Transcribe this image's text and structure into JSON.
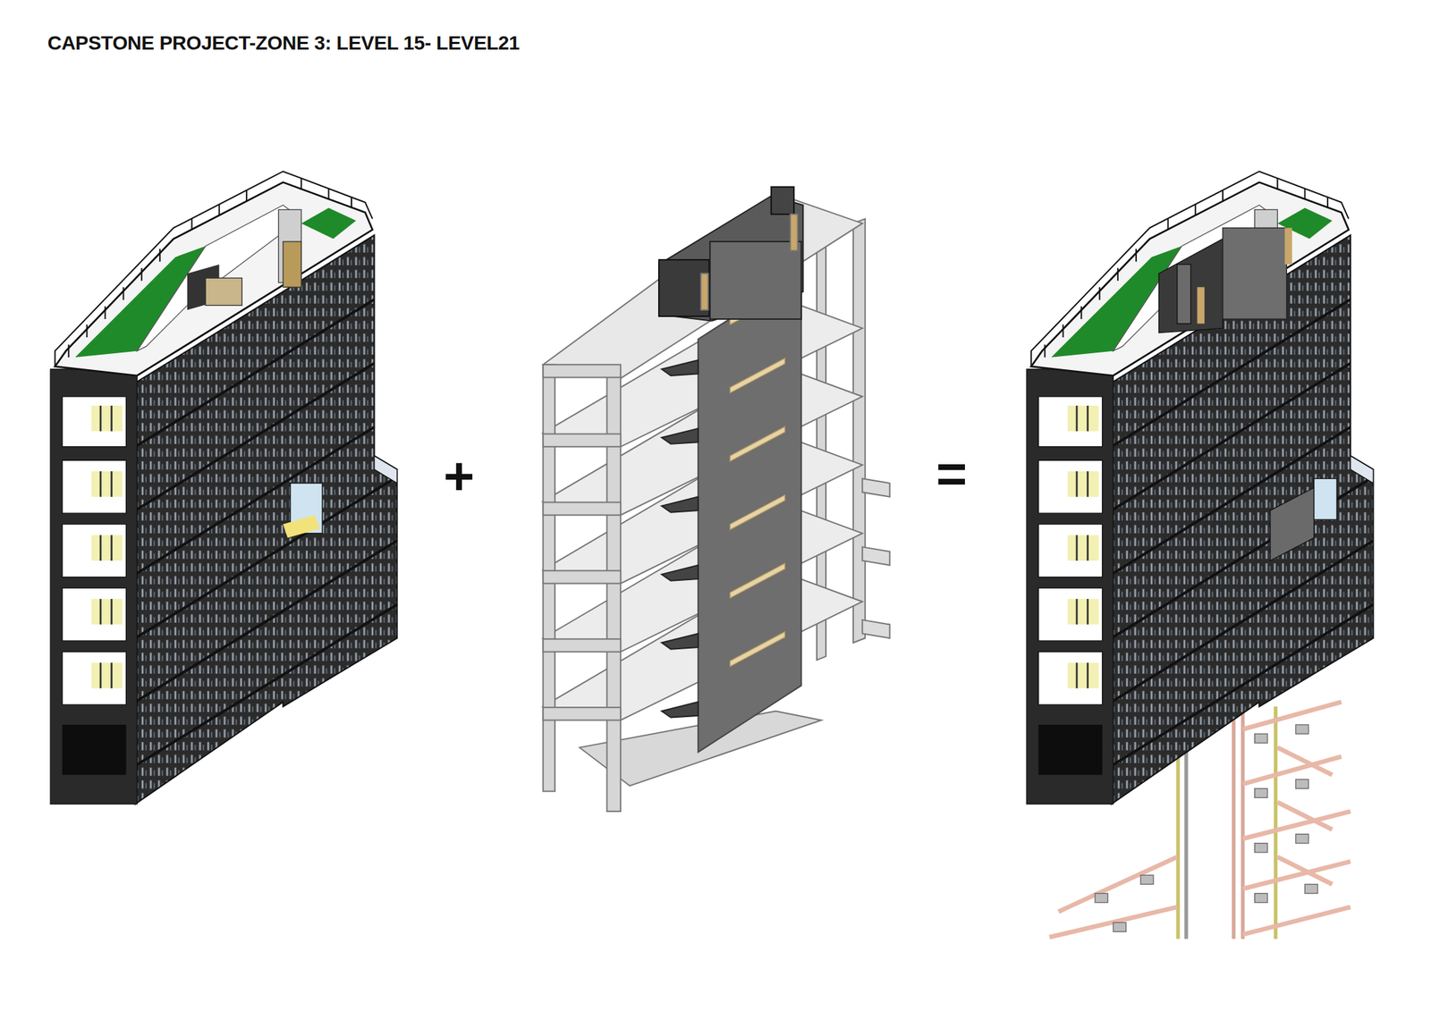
{
  "diagram": {
    "title": "CAPSTONE PROJECT-ZONE 3: LEVEL 15- LEVEL21",
    "labels": [
      "+",
      "="
    ]
  }
}
